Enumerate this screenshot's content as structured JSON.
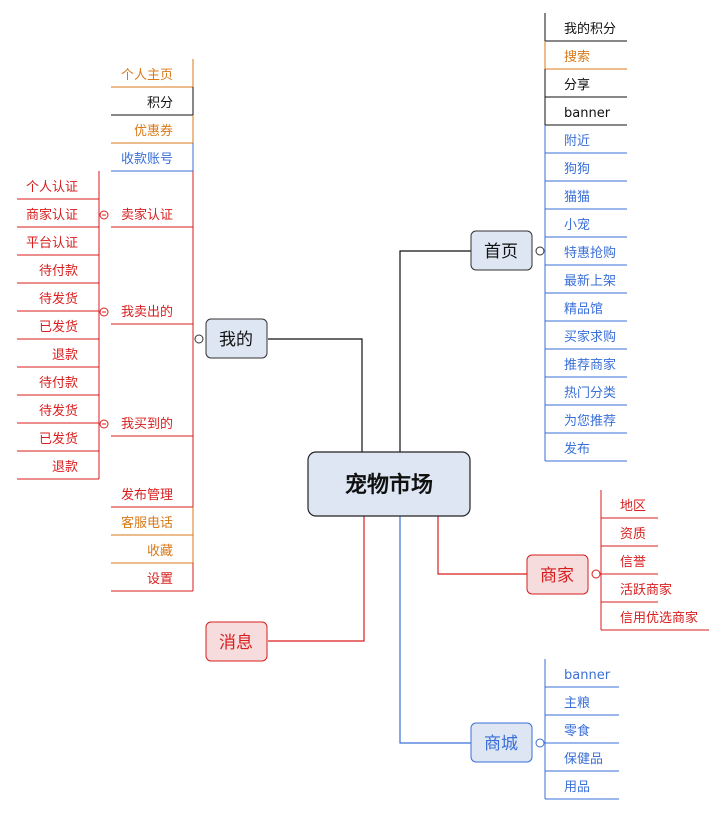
{
  "colors": {
    "black": "#111111",
    "red": "#d81e1e",
    "blue": "#3a6fd8",
    "orange": "#d87a1a",
    "node_fill": "#dde6f2",
    "red_fill": "#f6dcdc"
  },
  "root": {
    "label": "宠物市场"
  },
  "branches": {
    "home": {
      "label": "首页",
      "items": [
        {
          "label": "我的积分",
          "color": "black"
        },
        {
          "label": "搜索",
          "color": "orange"
        },
        {
          "label": "分享",
          "color": "black"
        },
        {
          "label": "banner",
          "color": "black"
        },
        {
          "label": "附近",
          "color": "blue"
        },
        {
          "label": "狗狗",
          "color": "blue"
        },
        {
          "label": "猫猫",
          "color": "blue"
        },
        {
          "label": "小宠",
          "color": "blue"
        },
        {
          "label": "特惠抢购",
          "color": "blue"
        },
        {
          "label": "最新上架",
          "color": "blue"
        },
        {
          "label": "精品馆",
          "color": "blue"
        },
        {
          "label": "买家求购",
          "color": "blue"
        },
        {
          "label": "推荐商家",
          "color": "blue"
        },
        {
          "label": "热门分类",
          "color": "blue"
        },
        {
          "label": "为您推荐",
          "color": "blue"
        },
        {
          "label": "发布",
          "color": "blue"
        }
      ]
    },
    "merchant": {
      "label": "商家",
      "items": [
        {
          "label": "地区",
          "color": "red"
        },
        {
          "label": "资质",
          "color": "red"
        },
        {
          "label": "信誉",
          "color": "red"
        },
        {
          "label": "活跃商家",
          "color": "red"
        },
        {
          "label": "信用优选商家",
          "color": "red"
        }
      ]
    },
    "mall": {
      "label": "商城",
      "items": [
        {
          "label": "banner",
          "color": "blue"
        },
        {
          "label": "主粮",
          "color": "blue"
        },
        {
          "label": "零食",
          "color": "blue"
        },
        {
          "label": "保健品",
          "color": "blue"
        },
        {
          "label": "用品",
          "color": "blue"
        }
      ]
    },
    "message": {
      "label": "消息"
    },
    "mine": {
      "label": "我的",
      "items": [
        {
          "label": "个人主页",
          "color": "orange"
        },
        {
          "label": "积分",
          "color": "black"
        },
        {
          "label": "优惠券",
          "color": "orange"
        },
        {
          "label": "收款账号",
          "color": "blue"
        },
        {
          "label": "卖家认证",
          "color": "red",
          "children": [
            "个人认证",
            "商家认证",
            "平台认证"
          ]
        },
        {
          "label": "我卖出的",
          "color": "red",
          "children": [
            "待付款",
            "待发货",
            "已发货",
            "退款"
          ]
        },
        {
          "label": "我买到的",
          "color": "red",
          "children": [
            "待付款",
            "待发货",
            "已发货",
            "退款"
          ]
        },
        {
          "label": "发布管理",
          "color": "red"
        },
        {
          "label": "客服电话",
          "color": "orange"
        },
        {
          "label": "收藏",
          "color": "orange"
        },
        {
          "label": "设置",
          "color": "red"
        }
      ]
    }
  }
}
